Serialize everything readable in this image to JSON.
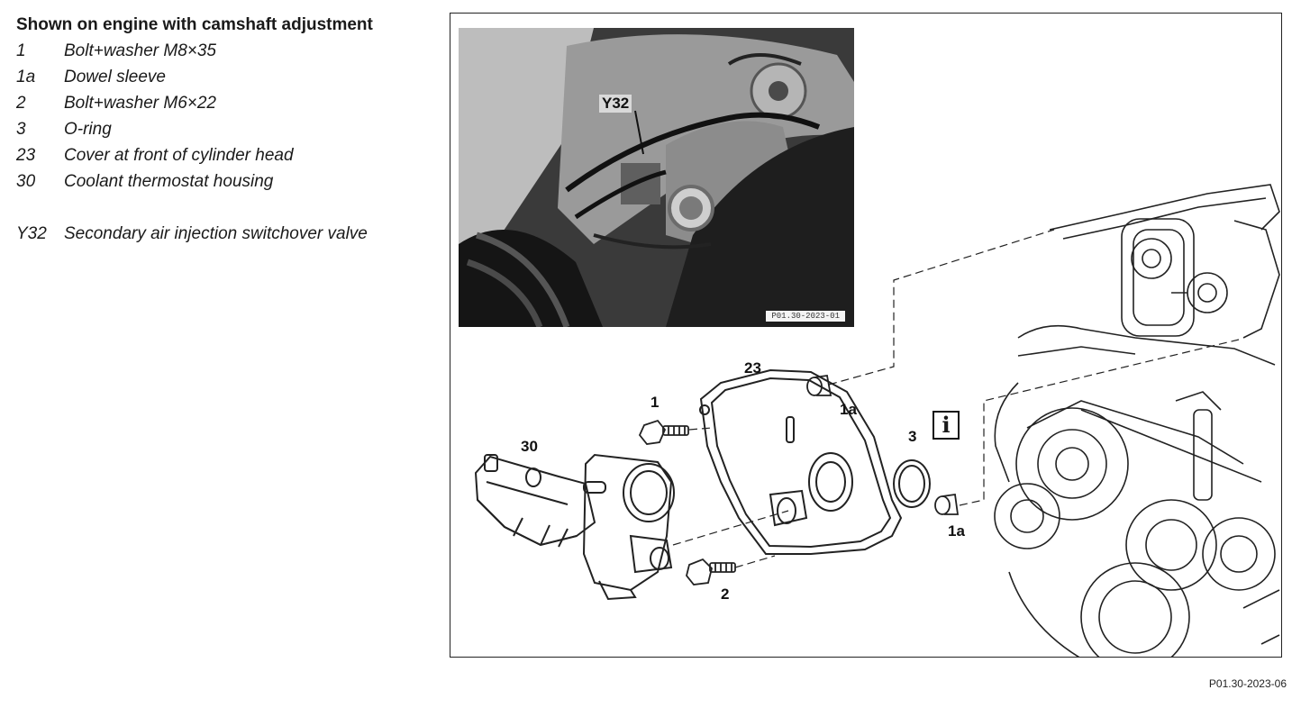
{
  "legend": {
    "title": "Shown on engine with camshaft adjustment",
    "items": [
      {
        "code": "1",
        "text": "Bolt+washer M8×35"
      },
      {
        "code": "1a",
        "text": "Dowel sleeve"
      },
      {
        "code": "2",
        "text": "Bolt+washer M6×22"
      },
      {
        "code": "3",
        "text": "O-ring"
      },
      {
        "code": "23",
        "text": "Cover at front of cylinder head"
      },
      {
        "code": "30",
        "text": "Coolant thermostat housing"
      },
      {
        "code": "Y32",
        "text": "Secondary air injection switchover valve"
      }
    ]
  },
  "figure": {
    "photo": {
      "label": "Y32",
      "reference": "P01.30-2023-01"
    },
    "callouts": {
      "c1": "1",
      "c1a_top": "1a",
      "c1a_bottom": "1a",
      "c2": "2",
      "c3": "3",
      "c23": "23",
      "c30": "30"
    },
    "info_icon": "i",
    "figure_id": "P01.30-2023-06"
  }
}
